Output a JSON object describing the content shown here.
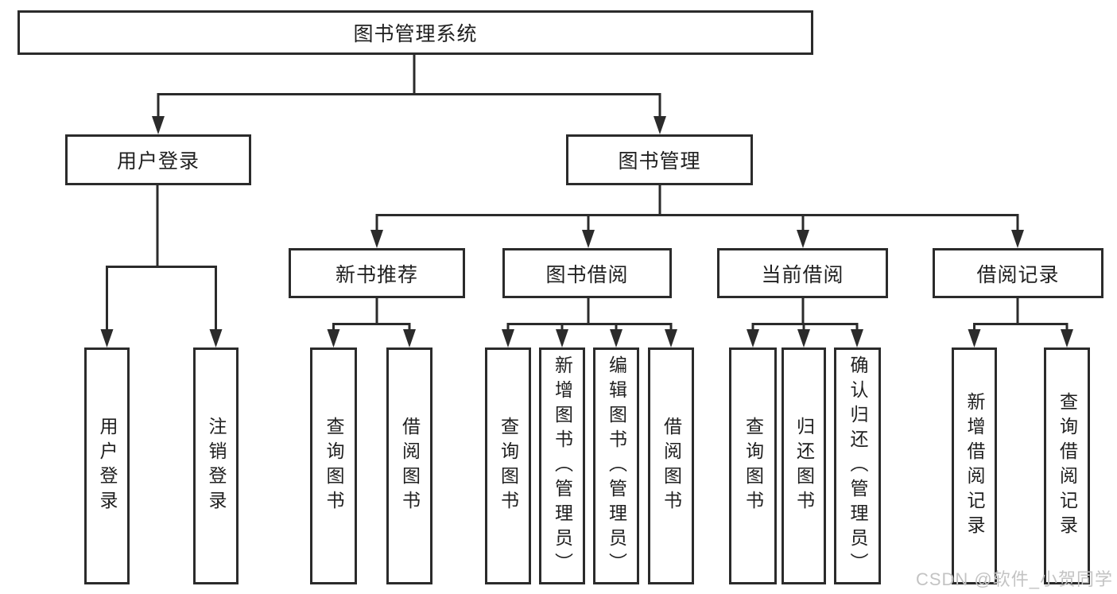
{
  "diagram": {
    "root": {
      "label": "图书管理系统"
    },
    "branches": [
      {
        "label": "用户登录",
        "children": [
          {
            "label": "用户登录"
          },
          {
            "label": "注销登录"
          }
        ]
      },
      {
        "label": "图书管理",
        "children": [
          {
            "label": "新书推荐",
            "children": [
              {
                "label": "查询图书"
              },
              {
                "label": "借阅图书"
              }
            ]
          },
          {
            "label": "图书借阅",
            "children": [
              {
                "label": "查询图书"
              },
              {
                "label": "新增图书（管理员）"
              },
              {
                "label": "编辑图书（管理员）"
              },
              {
                "label": "借阅图书"
              }
            ]
          },
          {
            "label": "当前借阅",
            "children": [
              {
                "label": "查询图书"
              },
              {
                "label": "归还图书"
              },
              {
                "label": "确认归还（管理员）"
              }
            ]
          },
          {
            "label": "借阅记录",
            "children": [
              {
                "label": "新增借阅记录"
              },
              {
                "label": "查询借阅记录"
              }
            ]
          }
        ]
      }
    ],
    "colors": {
      "line": "#2b2b2b",
      "text": "#202020",
      "background": "#ffffff",
      "watermark": "#c3c3c3"
    },
    "watermark": "CSDN @软件_小贺同学"
  }
}
